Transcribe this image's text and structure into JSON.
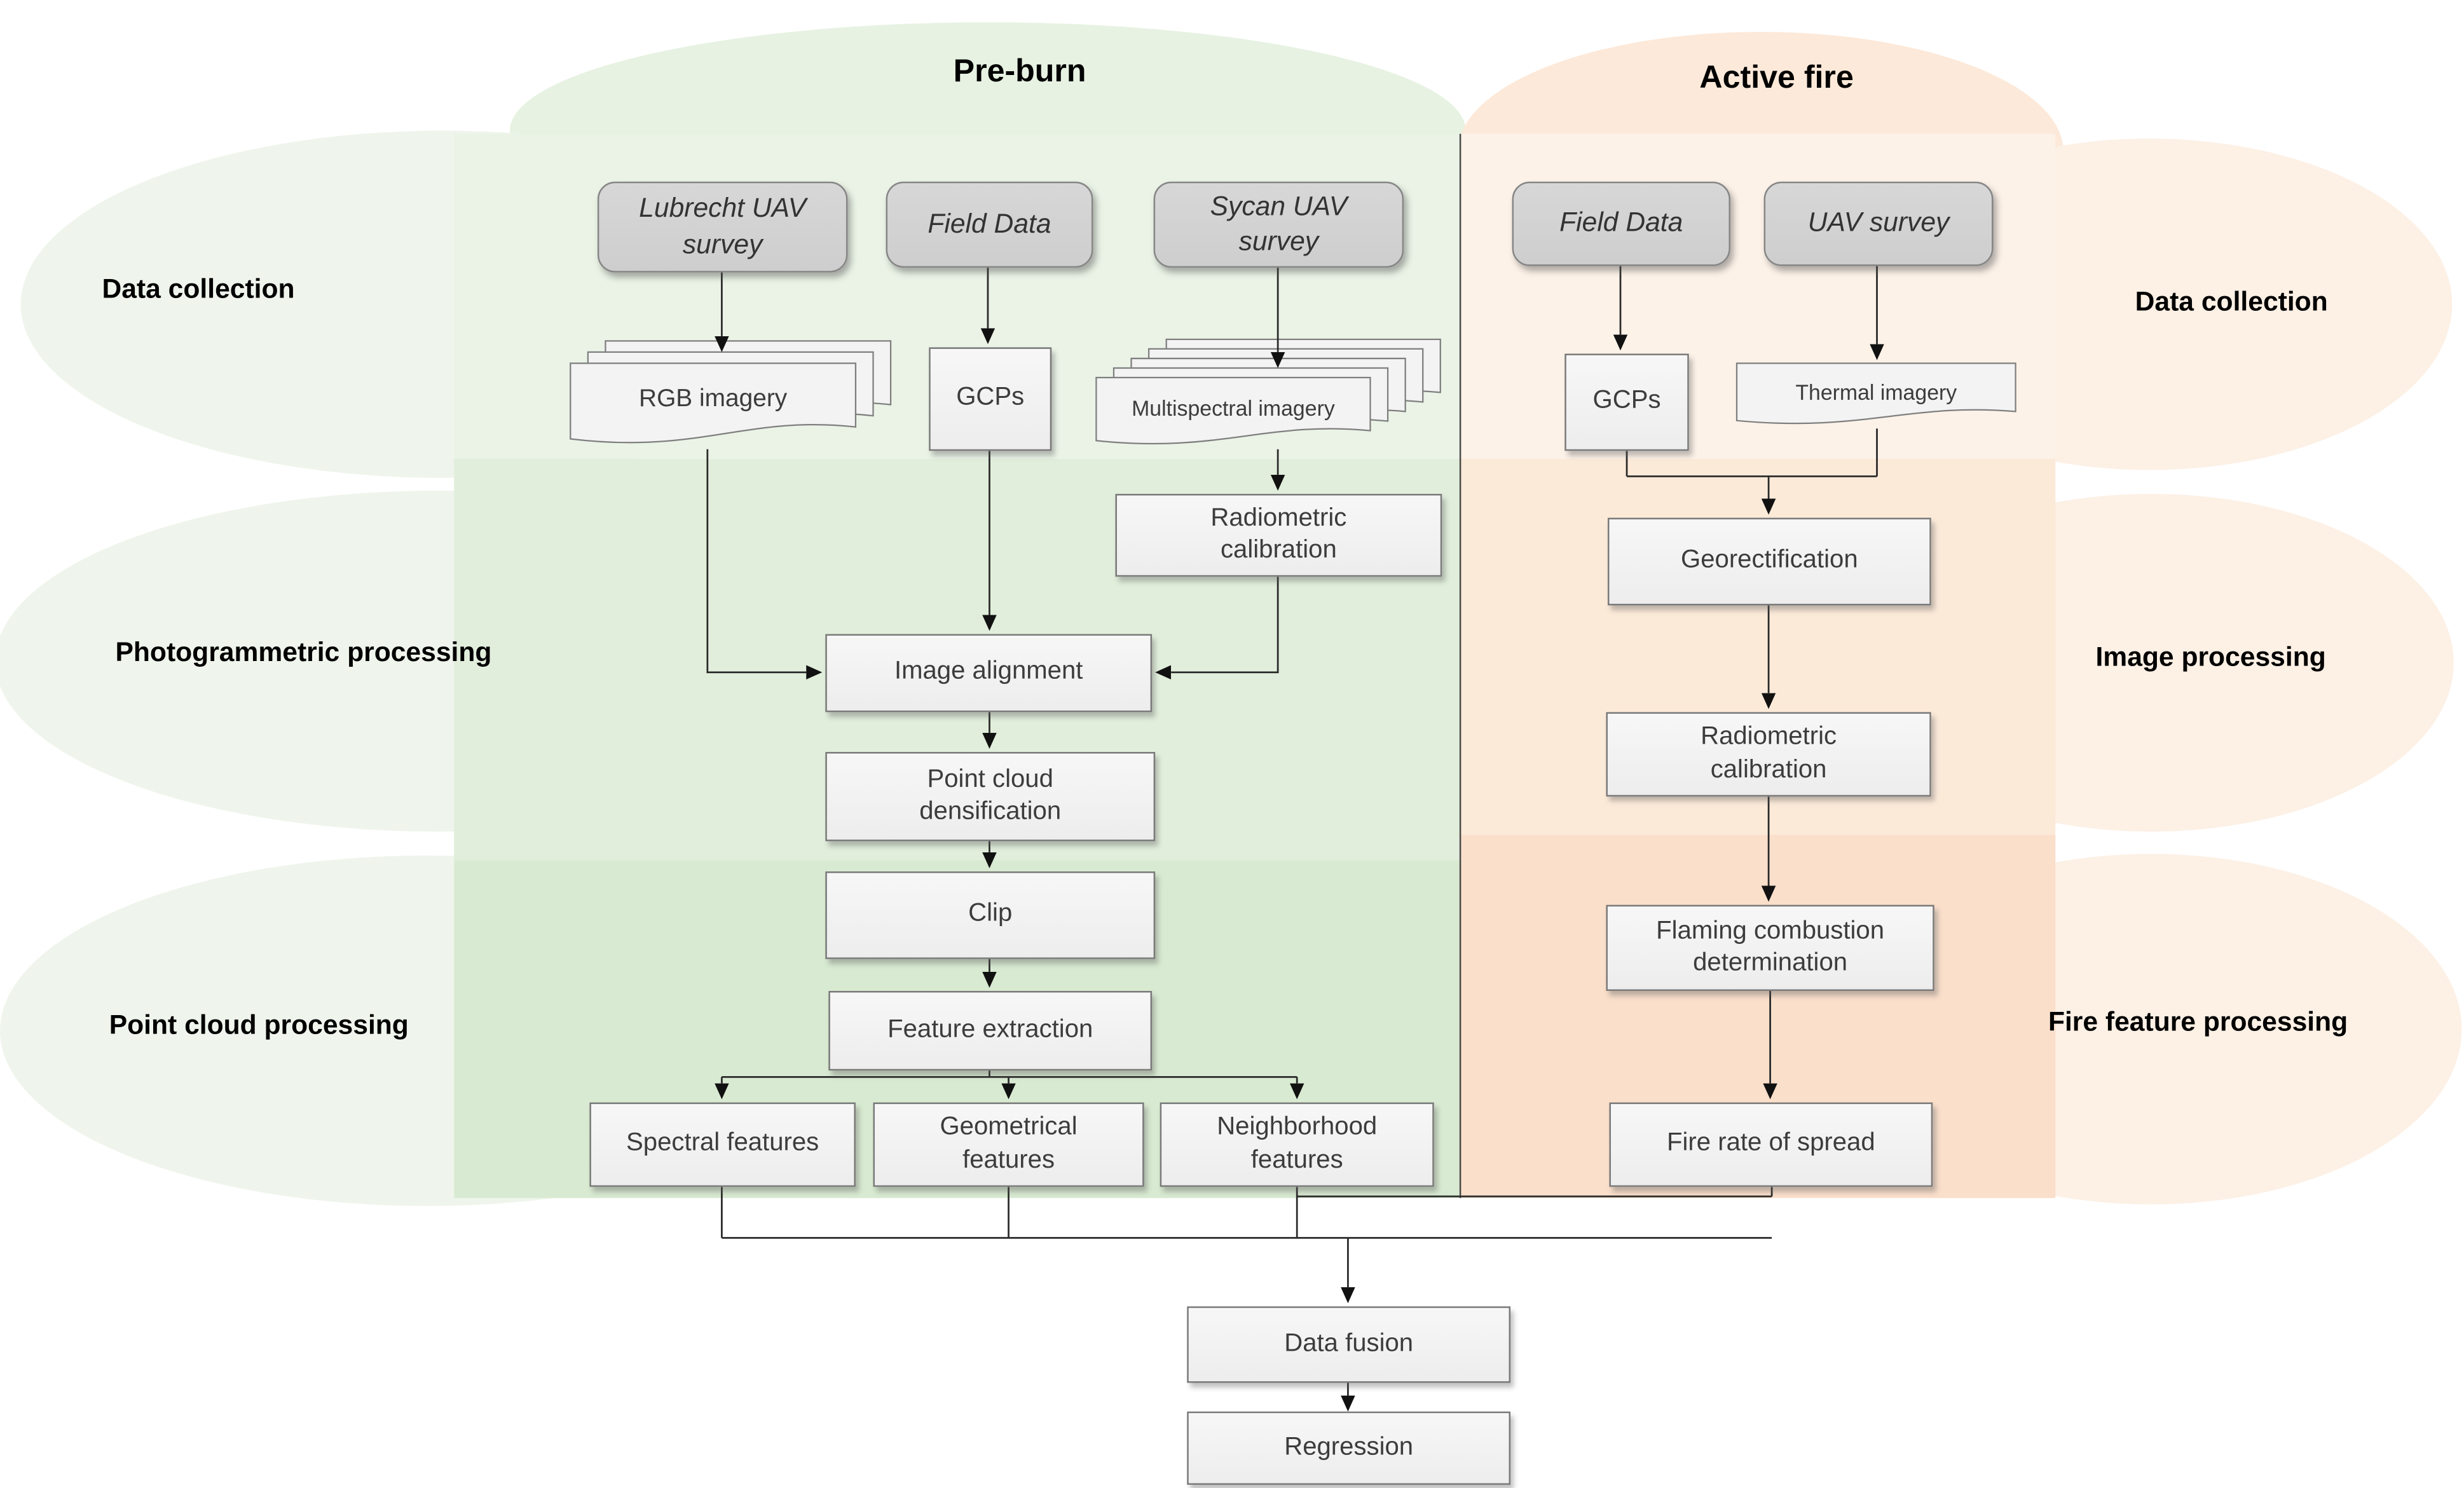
{
  "headers": {
    "pre_burn": "Pre-burn",
    "active_fire": "Active fire"
  },
  "stages": {
    "left": {
      "s1": "Data collection",
      "s2": "Photogrammetric processing",
      "s3": "Point cloud processing"
    },
    "right": {
      "s1": "Data collection",
      "s2": "Image processing",
      "s3": "Fire feature processing"
    }
  },
  "nodes": {
    "lubrecht_uav_survey": "Lubrecht UAV survey",
    "field_data_preburn": "Field Data",
    "sycan_uav_survey": "Sycan UAV survey",
    "rgb_imagery": "RGB imagery",
    "gcps_preburn": "GCPs",
    "multispectral_imagery": "Multispectral imagery",
    "radiometric_calibration_preburn": "Radiometric calibration",
    "image_alignment": "Image alignment",
    "point_cloud_densification": "Point cloud densification",
    "clip": "Clip",
    "feature_extraction": "Feature extraction",
    "spectral_features": "Spectral features",
    "geometrical_features": "Geometrical features",
    "neighborhood_features": "Neighborhood features",
    "field_data_fire": "Field Data",
    "uav_survey_fire": "UAV survey",
    "gcps_fire": "GCPs",
    "thermal_imagery": "Thermal imagery",
    "georectification": "Georectification",
    "radiometric_calibration_fire": "Radiometric calibration",
    "flaming_combustion_determination": "Flaming combustion determination",
    "fire_rate_of_spread": "Fire rate of spread",
    "data_fusion": "Data fusion",
    "regression": "Regression"
  },
  "colors": {
    "pre_burn_blob": "#e7f2e2",
    "active_fire_blob": "#fde9d9",
    "green_band_1": "#eaf3e6",
    "green_band_2": "#e1eedb",
    "green_band_3": "#d8ead1",
    "orange_band_1": "#fdf2e8",
    "orange_band_2": "#fcead9",
    "orange_band_3": "#fadfcb",
    "green_label_ellipse": "#eff5ec",
    "orange_label_ellipse": "#fdf0e5",
    "process_box_fill": "#f2f2f2",
    "source_box_fill": "#d3d3d3",
    "connector_line": "#2b2b2b"
  }
}
